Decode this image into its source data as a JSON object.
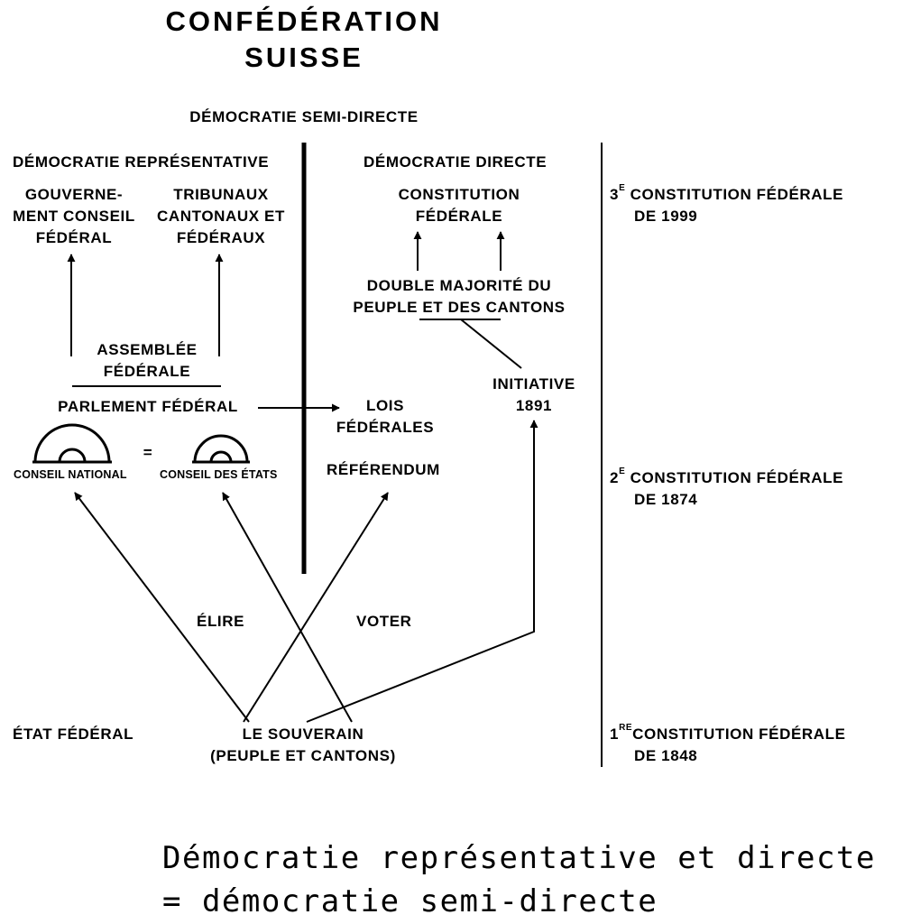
{
  "title": {
    "line1": "CONFÉDÉRATION",
    "line2": "SUISSE"
  },
  "semi_direct": "DÉMOCRATIE SEMI-DIRECTE",
  "representative": {
    "header": "DÉMOCRATIE REPRÉSENTATIVE",
    "gouvernement": [
      "GOUVERNE-",
      "MENT CONSEIL",
      "FÉDÉRAL"
    ],
    "tribunaux": [
      "TRIBUNAUX",
      "CANTONAUX ET",
      "FÉDÉRAUX"
    ],
    "assemblee": [
      "ASSEMBLÉE",
      "FÉDÉRALE"
    ],
    "parlement": "PARLEMENT FÉDÉRAL",
    "conseil_national": "CONSEIL NATIONAL",
    "equals": "=",
    "conseil_etats": "CONSEIL DES ÉTATS"
  },
  "direct": {
    "header": "DÉMOCRATIE DIRECTE",
    "constitution": [
      "CONSTITUTION",
      "FÉDÉRALE"
    ],
    "double_majorite": [
      "DOUBLE MAJORITÉ DU",
      "PEUPLE ET DES CANTONS"
    ],
    "initiative": [
      "INITIATIVE",
      "1891"
    ],
    "lois": [
      "LOIS",
      "FÉDÉRALES"
    ],
    "referendum": "RÉFÉRENDUM"
  },
  "actions": {
    "elire": "ÉLIRE",
    "voter": "VOTER"
  },
  "etat_federal": "ÉTAT FÉDÉRAL",
  "souverain": [
    "LE SOUVERAIN",
    "(PEUPLE ET CANTONS)"
  ],
  "timeline": [
    {
      "num": "3",
      "sup": "e",
      "line1": "CONSTITUTION FÉDÉRALE",
      "line2": "DE 1999"
    },
    {
      "num": "2",
      "sup": "e",
      "line1": "CONSTITUTION FÉDÉRALE",
      "line2": "DE 1874"
    },
    {
      "num": "1",
      "sup": "re",
      "line1": "CONSTITUTION FÉDÉRALE",
      "line2": "DE 1848"
    }
  ],
  "caption": [
    "Démocratie représentative et directe",
    "= démocratie semi-directe"
  ]
}
